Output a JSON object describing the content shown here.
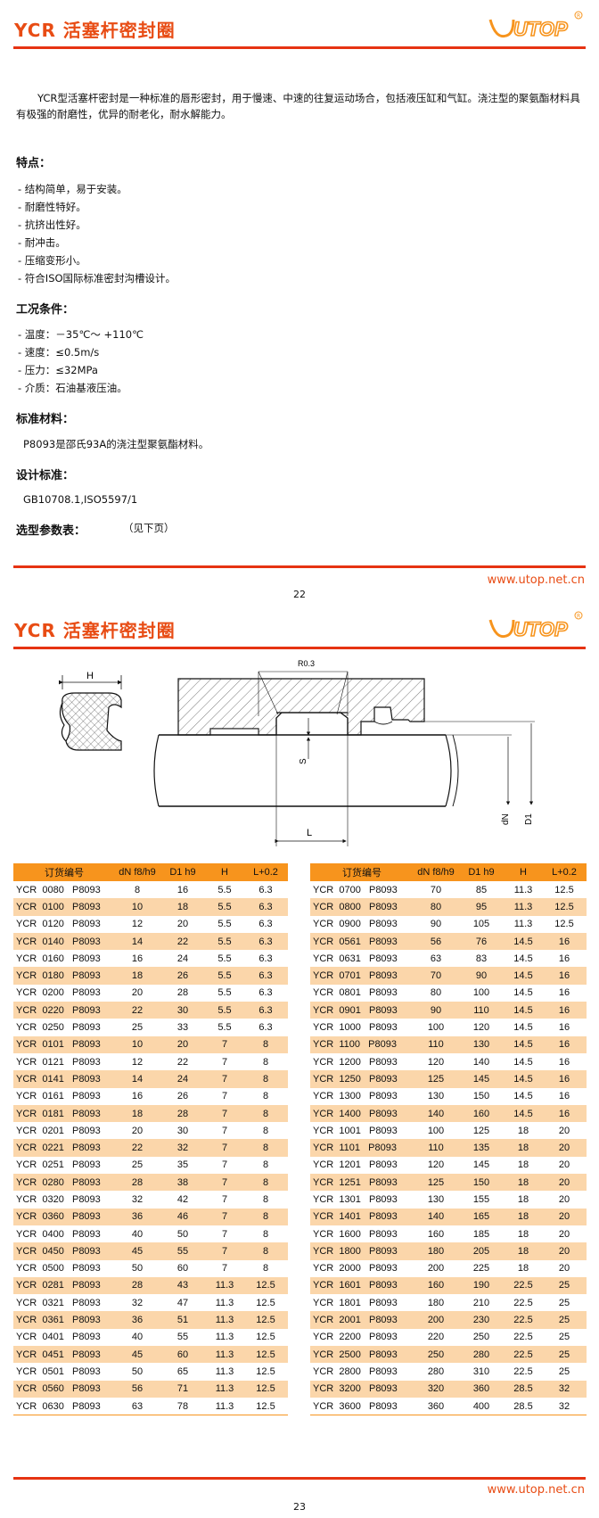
{
  "page1": {
    "title": "YCR 活塞杆密封圈",
    "logo_text": "UTOP",
    "intro": "YCR型活塞杆密封是一种标准的唇形密封，用于慢速、中速的往复运动场合，包括液压缸和气缸。浇注型的聚氨酯材料具有极强的耐磨性，优异的耐老化，耐水解能力。",
    "features_title": "特点：",
    "features": [
      "- 结构简单，易于安装。",
      "- 耐磨性特好。",
      "- 抗挤出性好。",
      "- 耐冲击。",
      "- 压缩变形小。",
      "- 符合ISO国际标准密封沟槽设计。"
    ],
    "conditions_title": "工况条件：",
    "conditions": [
      "- 温度：－35℃～ +110℃",
      "- 速度：≤0.5m/s",
      "- 压力：≤32MPa",
      "- 介质：石油基液压油。"
    ],
    "material_title": "标准材料：",
    "material": "P8093是邵氏93A的浇注型聚氨酯材料。",
    "standard_title": "设计标准：",
    "standard": "GB10708.1,ISO5597/1",
    "selection_title": "选型参数表：",
    "selection_note": "（见下页）",
    "url": "www.utop.net.cn",
    "page_number": "22"
  },
  "page2": {
    "title": "YCR 活塞杆密封圈",
    "logo_text": "UTOP",
    "url": "www.utop.net.cn",
    "page_number": "23",
    "drawing": {
      "label_H": "H",
      "label_R": "R0.3",
      "label_S": "S",
      "label_L": "L",
      "label_dN": "dN",
      "label_D1": "D1"
    },
    "table_headers": [
      "订货编号",
      "dN f8/h9",
      "D1 h9",
      "H",
      "L+0.2"
    ],
    "left_rows": [
      [
        "YCR  0080   P8093",
        "8",
        "16",
        "5.5",
        "6.3"
      ],
      [
        "YCR  0100   P8093",
        "10",
        "18",
        "5.5",
        "6.3"
      ],
      [
        "YCR  0120   P8093",
        "12",
        "20",
        "5.5",
        "6.3"
      ],
      [
        "YCR  0140   P8093",
        "14",
        "22",
        "5.5",
        "6.3"
      ],
      [
        "YCR  0160   P8093",
        "16",
        "24",
        "5.5",
        "6.3"
      ],
      [
        "YCR  0180   P8093",
        "18",
        "26",
        "5.5",
        "6.3"
      ],
      [
        "YCR  0200   P8093",
        "20",
        "28",
        "5.5",
        "6.3"
      ],
      [
        "YCR  0220   P8093",
        "22",
        "30",
        "5.5",
        "6.3"
      ],
      [
        "YCR  0250   P8093",
        "25",
        "33",
        "5.5",
        "6.3"
      ],
      [
        "YCR  0101   P8093",
        "10",
        "20",
        "7",
        "8"
      ],
      [
        "YCR  0121   P8093",
        "12",
        "22",
        "7",
        "8"
      ],
      [
        "YCR  0141   P8093",
        "14",
        "24",
        "7",
        "8"
      ],
      [
        "YCR  0161   P8093",
        "16",
        "26",
        "7",
        "8"
      ],
      [
        "YCR  0181   P8093",
        "18",
        "28",
        "7",
        "8"
      ],
      [
        "YCR  0201   P8093",
        "20",
        "30",
        "7",
        "8"
      ],
      [
        "YCR  0221   P8093",
        "22",
        "32",
        "7",
        "8"
      ],
      [
        "YCR  0251   P8093",
        "25",
        "35",
        "7",
        "8"
      ],
      [
        "YCR  0280   P8093",
        "28",
        "38",
        "7",
        "8"
      ],
      [
        "YCR  0320   P8093",
        "32",
        "42",
        "7",
        "8"
      ],
      [
        "YCR  0360   P8093",
        "36",
        "46",
        "7",
        "8"
      ],
      [
        "YCR  0400   P8093",
        "40",
        "50",
        "7",
        "8"
      ],
      [
        "YCR  0450   P8093",
        "45",
        "55",
        "7",
        "8"
      ],
      [
        "YCR  0500   P8093",
        "50",
        "60",
        "7",
        "8"
      ],
      [
        "YCR  0281   P8093",
        "28",
        "43",
        "11.3",
        "12.5"
      ],
      [
        "YCR  0321   P8093",
        "32",
        "47",
        "11.3",
        "12.5"
      ],
      [
        "YCR  0361   P8093",
        "36",
        "51",
        "11.3",
        "12.5"
      ],
      [
        "YCR  0401   P8093",
        "40",
        "55",
        "11.3",
        "12.5"
      ],
      [
        "YCR  0451   P8093",
        "45",
        "60",
        "11.3",
        "12.5"
      ],
      [
        "YCR  0501   P8093",
        "50",
        "65",
        "11.3",
        "12.5"
      ],
      [
        "YCR  0560   P8093",
        "56",
        "71",
        "11.3",
        "12.5"
      ],
      [
        "YCR  0630   P8093",
        "63",
        "78",
        "11.3",
        "12.5"
      ]
    ],
    "right_rows": [
      [
        "YCR  0700   P8093",
        "70",
        "85",
        "11.3",
        "12.5"
      ],
      [
        "YCR  0800   P8093",
        "80",
        "95",
        "11.3",
        "12.5"
      ],
      [
        "YCR  0900   P8093",
        "90",
        "105",
        "11.3",
        "12.5"
      ],
      [
        "YCR  0561   P8093",
        "56",
        "76",
        "14.5",
        "16"
      ],
      [
        "YCR  0631   P8093",
        "63",
        "83",
        "14.5",
        "16"
      ],
      [
        "YCR  0701   P8093",
        "70",
        "90",
        "14.5",
        "16"
      ],
      [
        "YCR  0801   P8093",
        "80",
        "100",
        "14.5",
        "16"
      ],
      [
        "YCR  0901   P8093",
        "90",
        "110",
        "14.5",
        "16"
      ],
      [
        "YCR  1000   P8093",
        "100",
        "120",
        "14.5",
        "16"
      ],
      [
        "YCR  1100   P8093",
        "110",
        "130",
        "14.5",
        "16"
      ],
      [
        "YCR  1200   P8093",
        "120",
        "140",
        "14.5",
        "16"
      ],
      [
        "YCR  1250   P8093",
        "125",
        "145",
        "14.5",
        "16"
      ],
      [
        "YCR  1300   P8093",
        "130",
        "150",
        "14.5",
        "16"
      ],
      [
        "YCR  1400   P8093",
        "140",
        "160",
        "14.5",
        "16"
      ],
      [
        "YCR  1001   P8093",
        "100",
        "125",
        "18",
        "20"
      ],
      [
        "YCR  1101   P8093",
        "110",
        "135",
        "18",
        "20"
      ],
      [
        "YCR  1201   P8093",
        "120",
        "145",
        "18",
        "20"
      ],
      [
        "YCR  1251   P8093",
        "125",
        "150",
        "18",
        "20"
      ],
      [
        "YCR  1301   P8093",
        "130",
        "155",
        "18",
        "20"
      ],
      [
        "YCR  1401   P8093",
        "140",
        "165",
        "18",
        "20"
      ],
      [
        "YCR  1600   P8093",
        "160",
        "185",
        "18",
        "20"
      ],
      [
        "YCR  1800   P8093",
        "180",
        "205",
        "18",
        "20"
      ],
      [
        "YCR  2000   P8093",
        "200",
        "225",
        "18",
        "20"
      ],
      [
        "YCR  1601   P8093",
        "160",
        "190",
        "22.5",
        "25"
      ],
      [
        "YCR  1801   P8093",
        "180",
        "210",
        "22.5",
        "25"
      ],
      [
        "YCR  2001   P8093",
        "200",
        "230",
        "22.5",
        "25"
      ],
      [
        "YCR  2200   P8093",
        "220",
        "250",
        "22.5",
        "25"
      ],
      [
        "YCR  2500   P8093",
        "250",
        "280",
        "22.5",
        "25"
      ],
      [
        "YCR  2800   P8093",
        "280",
        "310",
        "22.5",
        "25"
      ],
      [
        "YCR  3200   P8093",
        "320",
        "360",
        "28.5",
        "32"
      ],
      [
        "YCR  3600   P8093",
        "360",
        "400",
        "28.5",
        "32"
      ]
    ]
  }
}
